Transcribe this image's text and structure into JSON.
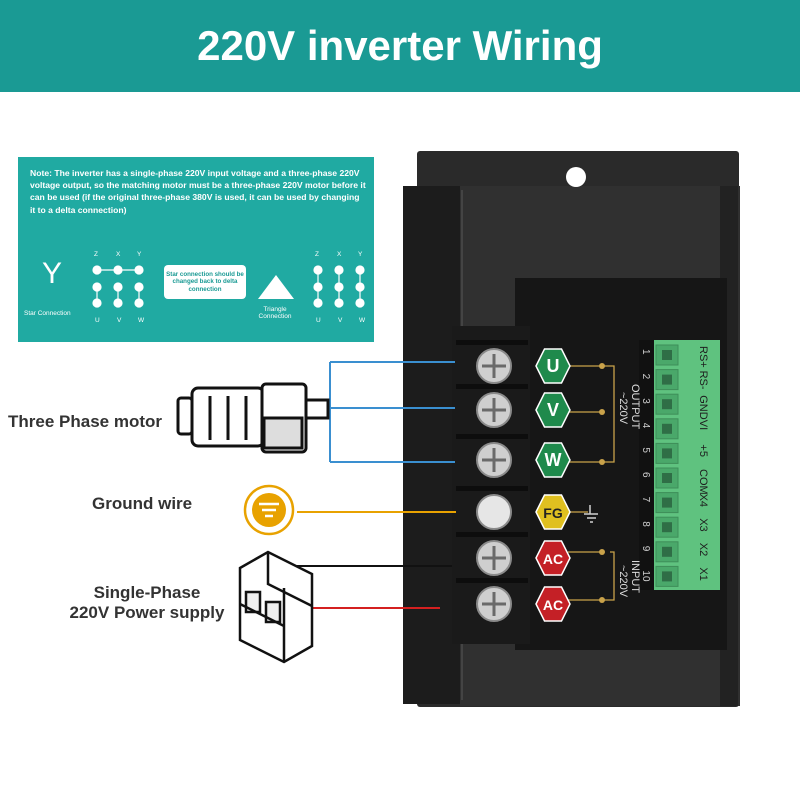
{
  "header": {
    "title": "220V inverter Wiring"
  },
  "note": {
    "text": "Note: The inverter has a single-phase 220V input voltage and a three-phase 220V voltage output, so the matching motor must be a three-phase 220V motor before it can be used (if the original three-phase 380V is used, it can be used by changing it to a delta connection)",
    "star_symbol": "Y",
    "star_caption": "Star Connection",
    "callout": "Star connection should be changed back to delta connection",
    "triangle_caption": "Triangle Connection",
    "top_terminals": [
      "Z",
      "X",
      "Y"
    ],
    "bottom_terminals": [
      "U",
      "V",
      "W"
    ]
  },
  "labels": {
    "motor": "Three Phase motor",
    "ground": "Ground wire",
    "power": "Single-Phase 220V Power supply"
  },
  "power_lines": [
    "Single-Phase",
    "220V Power supply"
  ],
  "terminals": [
    {
      "label": "U",
      "color": "#1f8a4c"
    },
    {
      "label": "V",
      "color": "#1f8a4c"
    },
    {
      "label": "W",
      "color": "#1f8a4c"
    },
    {
      "label": "FG",
      "color": "#e0c020"
    },
    {
      "label": "AC",
      "color": "#c42026"
    },
    {
      "label": "AC",
      "color": "#c42026"
    }
  ],
  "groups": {
    "output": [
      "~220V",
      "OUTPUT"
    ],
    "input": [
      "~220V",
      "INPUT"
    ]
  },
  "control_terminals": [
    "RS+",
    "RS-",
    "GND",
    "VI",
    "+5",
    "COM",
    "X4",
    "X3",
    "X2",
    "X1"
  ],
  "control_numbers": [
    "1",
    "2",
    "3",
    "4",
    "5",
    "6",
    "7",
    "8",
    "9",
    "10"
  ],
  "colors": {
    "banner": "#1a9a94",
    "note_panel": "#20aaa2",
    "motor_wire": "#3a8fd0",
    "ground_wire": "#e8a200",
    "live_wire": "#111111",
    "neutral_wire": "#d42020",
    "terminal_block": "#5fc27f"
  }
}
